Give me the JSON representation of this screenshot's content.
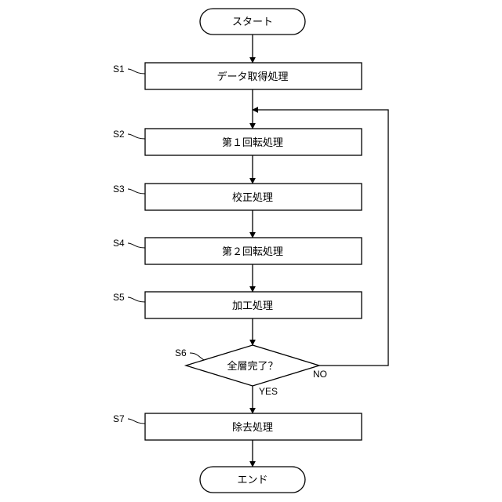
{
  "flowchart": {
    "start": "スタート",
    "end": "エンド",
    "steps": [
      {
        "id": "S1",
        "text": "データ取得処理"
      },
      {
        "id": "S2",
        "text": "第１回転処理"
      },
      {
        "id": "S3",
        "text": "校正処理"
      },
      {
        "id": "S4",
        "text": "第２回転処理"
      },
      {
        "id": "S5",
        "text": "加工処理"
      },
      {
        "id": "S7",
        "text": "除去処理"
      }
    ],
    "decision": {
      "id": "S6",
      "text": "全層完了？",
      "yes_label": "YES",
      "no_label": "NO"
    }
  }
}
